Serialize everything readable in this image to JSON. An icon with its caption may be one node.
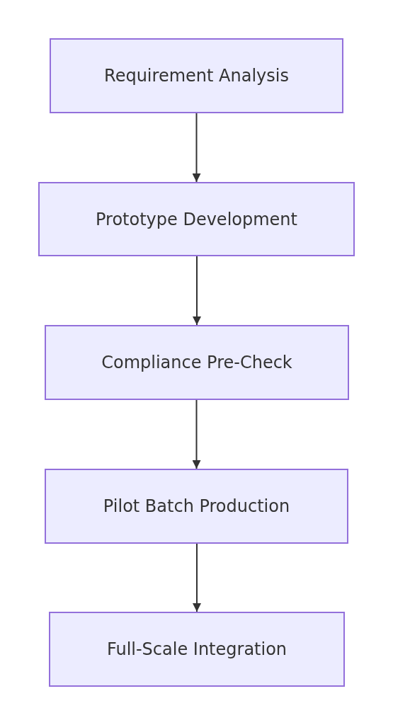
{
  "diagram": {
    "nodes": [
      {
        "text": [
          "Requirement Analysis"
        ]
      },
      {
        "text": [
          "Prototype Development"
        ]
      },
      {
        "text": [
          "Compliance Pre-Check"
        ]
      },
      {
        "text": [
          "Pilot Batch Production"
        ]
      },
      {
        "text": [
          "Full-Scale Integration"
        ]
      }
    ],
    "edges": [
      {
        "from": 0,
        "to": 1,
        "arrow": "to"
      },
      {
        "from": 1,
        "to": 2,
        "arrow": "to"
      },
      {
        "from": 2,
        "to": 3,
        "arrow": "to"
      },
      {
        "from": 3,
        "to": 4,
        "arrow": "to"
      }
    ]
  }
}
